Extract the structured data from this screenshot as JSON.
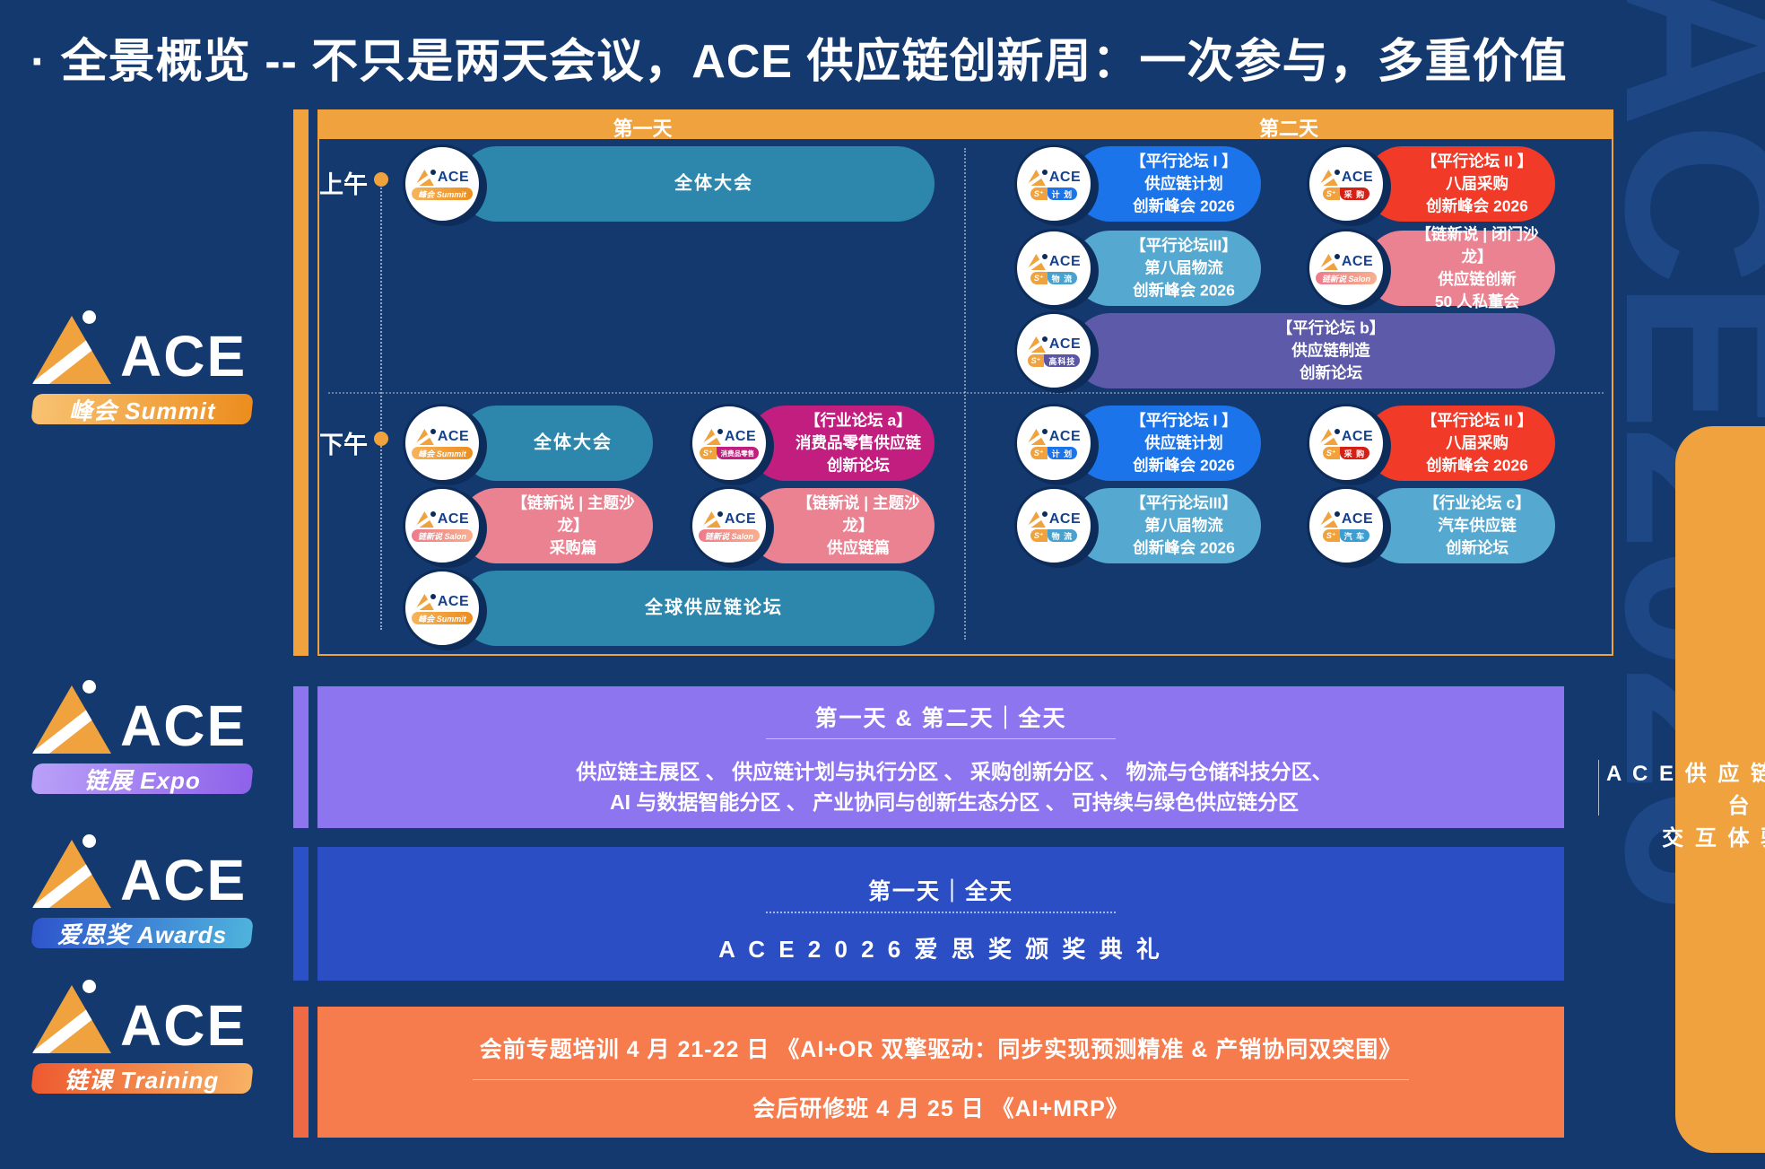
{
  "title": "· 全景概览 -- 不只是两天会议，ACE 供应链创新周：一次参与，多重价值",
  "watermark": "ACE2026",
  "brand": "ACE",
  "splus_prefix": "S⁺",
  "colors": {
    "background": "#14396F",
    "orange": "#EFA23E",
    "teal": "#2D87AD",
    "blue": "#1B74EA",
    "lightteal": "#55A8D0",
    "red": "#F13B28",
    "pink": "#EB8292",
    "purple": "#5D5AA9",
    "magenta": "#C21E80",
    "expo_panel": "#8C75EF",
    "awards_panel": "#2C4EC5",
    "training_panel": "#F67B4D",
    "watermark_blue": "#1D4785"
  },
  "schedule": {
    "day1_label": "第一天",
    "day2_label": "第二天",
    "morning_label": "上午",
    "afternoon_label": "下午",
    "sessions": [
      {
        "day": 1,
        "period": "am",
        "row": 0,
        "col": "wide",
        "color": "teal",
        "badge": "summit",
        "lines": [
          "全体大会"
        ]
      },
      {
        "day": 2,
        "period": "am",
        "row": 0,
        "col": "a",
        "color": "blue",
        "badge": "plan",
        "lines": [
          "【平行论坛 I 】",
          "供应链计划",
          "创新峰会 2026"
        ]
      },
      {
        "day": 2,
        "period": "am",
        "row": 0,
        "col": "b",
        "color": "red",
        "badge": "purchase",
        "lines": [
          "【平行论坛 II 】",
          "八届采购",
          "创新峰会 2026"
        ]
      },
      {
        "day": 2,
        "period": "am",
        "row": 1,
        "col": "a",
        "color": "lightteal",
        "badge": "logistics",
        "lines": [
          "【平行论坛III】",
          "第八届物流",
          "创新峰会 2026"
        ]
      },
      {
        "day": 2,
        "period": "am",
        "row": 1,
        "col": "b",
        "color": "pink",
        "badge": "salon",
        "lines": [
          "【链新说 | 闭门沙龙】",
          "供应链创新",
          "50 人私董会"
        ]
      },
      {
        "day": 2,
        "period": "am",
        "row": 2,
        "col": "wide",
        "color": "purple",
        "badge": "hightech",
        "lines": [
          "【平行论坛 b】",
          "供应链制造",
          "创新论坛"
        ]
      },
      {
        "day": 1,
        "period": "pm",
        "row": 0,
        "col": "a",
        "color": "teal",
        "badge": "summit",
        "lines": [
          "全体大会"
        ]
      },
      {
        "day": 1,
        "period": "pm",
        "row": 0,
        "col": "b",
        "color": "magenta",
        "badge": "consumer",
        "lines": [
          "【行业论坛 a】",
          "消费品零售供应链",
          "创新论坛"
        ]
      },
      {
        "day": 1,
        "period": "pm",
        "row": 1,
        "col": "a",
        "color": "pink",
        "badge": "salon",
        "lines": [
          "【链新说 | 主题沙龙】",
          "采购篇"
        ]
      },
      {
        "day": 1,
        "period": "pm",
        "row": 1,
        "col": "b",
        "color": "pink",
        "badge": "salon",
        "lines": [
          "【链新说 | 主题沙龙】",
          "供应链篇"
        ]
      },
      {
        "day": 1,
        "period": "pm",
        "row": 2,
        "col": "wide",
        "color": "teal",
        "badge": "summit",
        "lines": [
          "全球供应链论坛"
        ]
      },
      {
        "day": 2,
        "period": "pm",
        "row": 0,
        "col": "a",
        "color": "blue",
        "badge": "plan",
        "lines": [
          "【平行论坛 I 】",
          "供应链计划",
          "创新峰会 2026"
        ]
      },
      {
        "day": 2,
        "period": "pm",
        "row": 0,
        "col": "b",
        "color": "red",
        "badge": "purchase",
        "lines": [
          "【平行论坛 II 】",
          "八届采购",
          "创新峰会 2026"
        ]
      },
      {
        "day": 2,
        "period": "pm",
        "row": 1,
        "col": "a",
        "color": "lightteal",
        "badge": "logistics",
        "lines": [
          "【平行论坛III】",
          "第八届物流",
          "创新峰会 2026"
        ]
      },
      {
        "day": 2,
        "period": "pm",
        "row": 1,
        "col": "b",
        "color": "lightteal",
        "badge": "auto",
        "lines": [
          "【行业论坛 c】",
          "汽车供应链",
          "创新论坛"
        ]
      }
    ]
  },
  "badges": {
    "summit": {
      "kind": "label",
      "text": "峰会 Summit",
      "grad": [
        "#F6B45C",
        "#EC8D1E"
      ]
    },
    "salon": {
      "kind": "label",
      "text": "链新说 Salon",
      "grad": [
        "#EE7B8B",
        "#F7B08E"
      ]
    },
    "plan": {
      "kind": "splus",
      "text": "计 划",
      "color": "#1B74EA"
    },
    "purchase": {
      "kind": "splus",
      "text": "采 购",
      "color": "#D42015"
    },
    "logistics": {
      "kind": "splus",
      "text": "物 流",
      "color": "#4AA2CC"
    },
    "hightech": {
      "kind": "splus",
      "text": "高科技",
      "color": "#5C55A6"
    },
    "consumer": {
      "kind": "splus",
      "text": "消费品零售",
      "color": "#C21E80"
    },
    "auto": {
      "kind": "splus",
      "text": "汽 车",
      "color": "#3E9ED2"
    }
  },
  "rail": [
    {
      "id": "summit",
      "label": "峰会 Summit",
      "grad": [
        "#F8C272",
        "#EC8D1E"
      ]
    },
    {
      "id": "expo",
      "label": "链展 Expo",
      "grad": [
        "#B9A0F8",
        "#8E62EA"
      ]
    },
    {
      "id": "awards",
      "label": "爱思奖 Awards",
      "grad": [
        "#2E55CC",
        "#4FB3DC"
      ]
    },
    {
      "id": "training",
      "label": "链课 Training",
      "grad": [
        "#ED5A30",
        "#F8B264"
      ]
    }
  ],
  "expo": {
    "header": "第一天 & 第二天｜全天",
    "body_line1": "供应链主展区 、 供应链计划与执行分区 、 采购创新分区 、 物流与仓储科技分区、",
    "body_line2": "AI 与数据智能分区 、 产业协同与创新生态分区 、 可持续与绿色供应链分区",
    "right_line1": "A C E  供 应 链 创 新 平 台",
    "right_line2": "交 互 体 验 区"
  },
  "awards": {
    "header": "第一天｜全天",
    "body": "A C E 2 0 2 6 爱 思 奖 颁 奖 典 礼"
  },
  "training": {
    "line1": "会前专题培训 4 月 21-22 日  《AI+OR 双擎驱动：同步实现预测精准 & 产销协同双突围》",
    "line2": "会后研修班 4 月 25 日 《AI+MRP》"
  }
}
